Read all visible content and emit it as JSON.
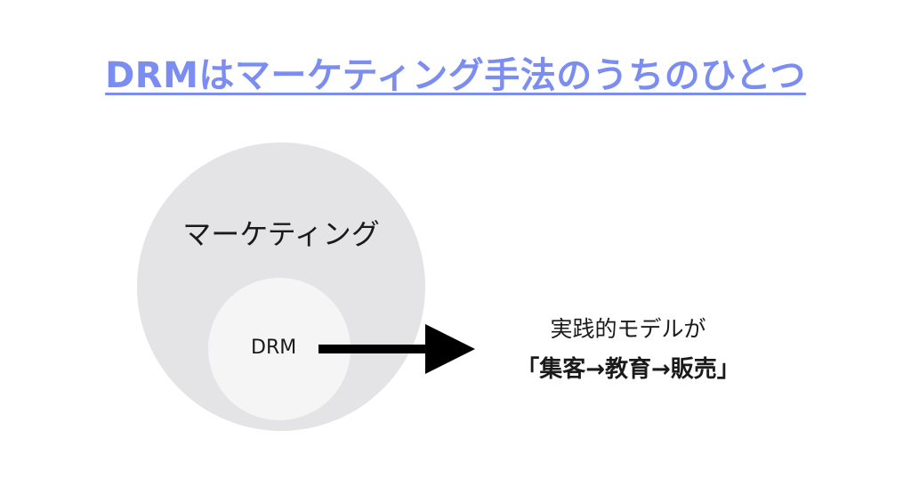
{
  "title": "DRMはマーケティング手法のうちのひとつ",
  "diagram": {
    "outer_label": "マーケティング",
    "inner_label": "DRM",
    "annotation_line1": "実践的モデルが",
    "annotation_line2": "「集客→教育→販売」"
  },
  "colors": {
    "title": "#7b8df0",
    "outer_circle": "#e4e4e6",
    "inner_circle": "#f5f5f5",
    "arrow": "#000000"
  }
}
